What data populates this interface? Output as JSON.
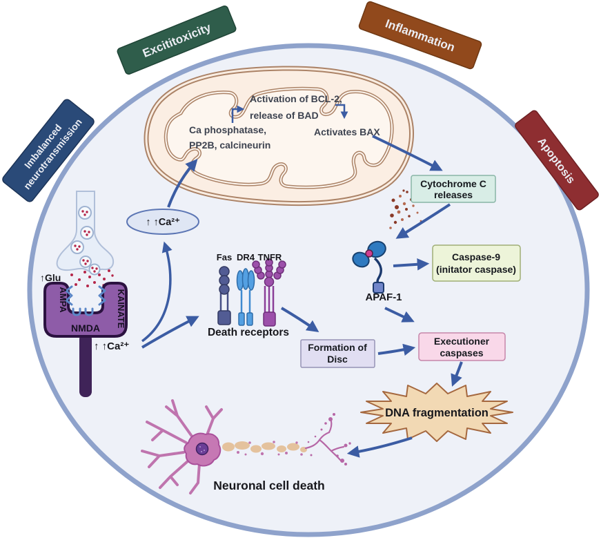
{
  "banners": {
    "imbalanced": {
      "line1": "Imbalanced",
      "line2": "neurotransmission",
      "color": "#2a4a78",
      "edge": "#1c3356"
    },
    "excitotoxicity": {
      "label": "Excititoxicity",
      "color": "#2f5d4b",
      "edge": "#1f4436"
    },
    "inflammation": {
      "label": "Inflammation",
      "color": "#91491c",
      "edge": "#6e3813"
    },
    "apoptosis": {
      "label": "Apoptosis",
      "color": "#8e2e31",
      "edge": "#6d2023"
    }
  },
  "mitochondrion": {
    "activation_line1": "Activation of BCL-2,",
    "activation_line2": "release of BAD",
    "phosphatase_line1": "Ca phosphatase,",
    "phosphatase_line2": "PP2B, calcineurin",
    "bax": "Activates BAX"
  },
  "synapse": {
    "glu": "↑Glu",
    "ampa": "AMPA",
    "nmda": "NMDA",
    "kainate": "KAINATE",
    "calcium": "↑ ↑Ca²⁺"
  },
  "calcium_ellipse": {
    "label": "↑ ↑Ca²⁺"
  },
  "death_receptors": {
    "fas": "Fas",
    "dr4": "DR4",
    "tnfr": "TNFR",
    "label": "Death receptors"
  },
  "apaf1": {
    "label": "APAF-1"
  },
  "boxes": {
    "cytochrome": {
      "line1": "Cytochrome C",
      "line2": "releases",
      "fill": "#d8ede6",
      "edge": "#88b5a6"
    },
    "caspase9": {
      "line1": "Caspase-9",
      "line2": "(initator caspase)",
      "fill": "#edf4d9",
      "edge": "#9fae76"
    },
    "disc": {
      "line1": "Formation of",
      "line2": "Disc",
      "fill": "#e1def2",
      "edge": "#9693b5"
    },
    "executioner": {
      "line1": "Executioner",
      "line2": "caspases",
      "fill": "#f9d8e9",
      "edge": "#c585a9"
    }
  },
  "dna": {
    "label": "DNA fragmentation",
    "fill": "#f2d9b4",
    "edge": "#a5683f"
  },
  "neuron": {
    "label": "Neuronal cell death"
  },
  "colors": {
    "cell_fill": "#eef1f8",
    "cell_border": "#8ea2cb",
    "arrow": "#3b5ca3",
    "mito_membrane": "#ab8266",
    "mito_fill": "#fbeee3",
    "receptor_purple": "#8e5ca8",
    "neuron_pink": "#c678b4"
  }
}
